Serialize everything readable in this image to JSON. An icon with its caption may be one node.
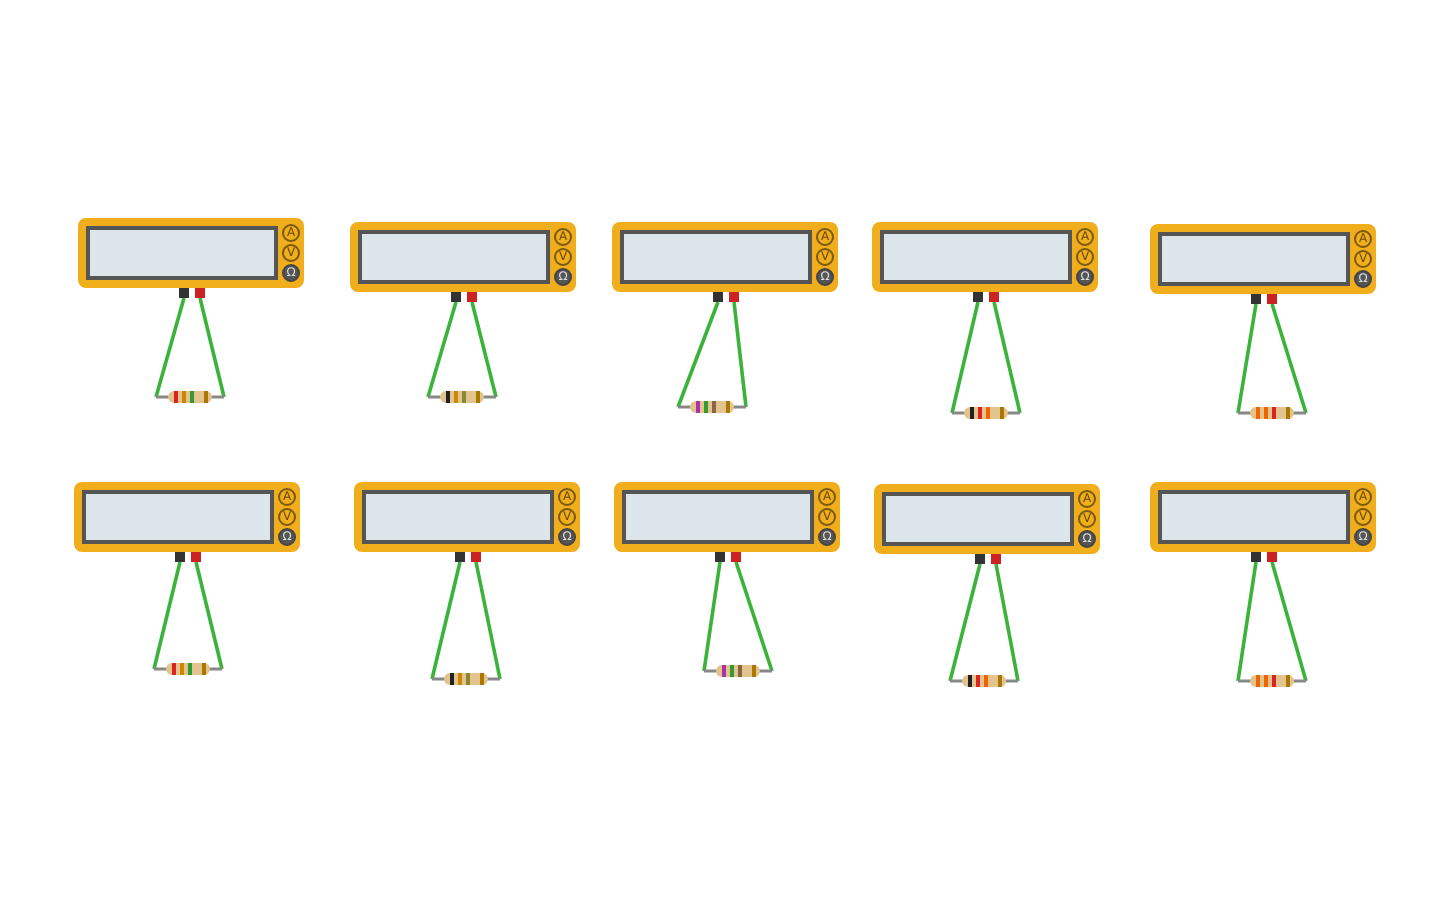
{
  "diagram": {
    "nodes": [
      {
        "text": [
          "A",
          "V",
          "Ω"
        ]
      },
      {
        "text": [],
        "shape": "picture"
      },
      {
        "text": [
          "A",
          "V",
          "Ω"
        ]
      },
      {
        "text": [],
        "shape": "picture"
      },
      {
        "text": [
          "A",
          "V",
          "Ω"
        ]
      },
      {
        "text": [],
        "shape": "picture"
      },
      {
        "text": [
          "A",
          "V",
          "Ω"
        ]
      },
      {
        "text": [],
        "shape": "picture"
      },
      {
        "text": [
          "A",
          "V",
          "Ω"
        ]
      },
      {
        "text": [],
        "shape": "picture"
      },
      {
        "text": [
          "A",
          "V",
          "Ω"
        ]
      },
      {
        "text": [],
        "shape": "picture"
      },
      {
        "text": [
          "A",
          "V",
          "Ω"
        ]
      },
      {
        "text": [],
        "shape": "picture"
      },
      {
        "text": [
          "A",
          "V",
          "Ω"
        ]
      },
      {
        "text": [],
        "shape": "picture"
      },
      {
        "text": [
          "A",
          "V",
          "Ω"
        ]
      },
      {
        "text": [],
        "shape": "picture"
      },
      {
        "text": [
          "A",
          "V",
          "Ω"
        ]
      },
      {
        "text": [],
        "shape": "picture"
      }
    ],
    "edges": [
      {
        "from": 0,
        "to": 1,
        "arrow": "none"
      },
      {
        "from": 0,
        "to": 1,
        "arrow": "none"
      },
      {
        "from": 2,
        "to": 3,
        "arrow": "none"
      },
      {
        "from": 2,
        "to": 3,
        "arrow": "none"
      },
      {
        "from": 4,
        "to": 5,
        "arrow": "none"
      },
      {
        "from": 4,
        "to": 5,
        "arrow": "none"
      },
      {
        "from": 6,
        "to": 7,
        "arrow": "none"
      },
      {
        "from": 6,
        "to": 7,
        "arrow": "none"
      },
      {
        "from": 8,
        "to": 9,
        "arrow": "none"
      },
      {
        "from": 8,
        "to": 9,
        "arrow": "none"
      },
      {
        "from": 10,
        "to": 11,
        "arrow": "none"
      },
      {
        "from": 10,
        "to": 11,
        "arrow": "none"
      },
      {
        "from": 12,
        "to": 13,
        "arrow": "none"
      },
      {
        "from": 12,
        "to": 13,
        "arrow": "none"
      },
      {
        "from": 14,
        "to": 15,
        "arrow": "none"
      },
      {
        "from": 14,
        "to": 15,
        "arrow": "none"
      },
      {
        "from": 16,
        "to": 17,
        "arrow": "none"
      },
      {
        "from": 16,
        "to": 17,
        "arrow": "none"
      },
      {
        "from": 18,
        "to": 19,
        "arrow": "none"
      },
      {
        "from": 18,
        "to": 19,
        "arrow": "none"
      }
    ]
  }
}
